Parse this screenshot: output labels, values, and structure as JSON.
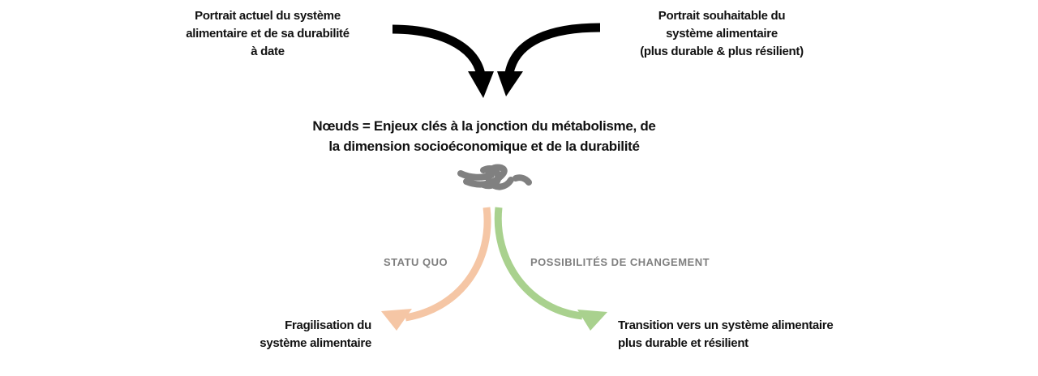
{
  "top_left": {
    "lines": [
      "Portrait actuel du système",
      "alimentaire et de sa durabilité",
      "à date"
    ]
  },
  "top_right": {
    "lines": [
      "Portrait souhaitable du",
      "système alimentaire",
      "(plus durable & plus résilient)"
    ]
  },
  "center": {
    "lines": [
      "Nœuds = Enjeux clés à la jonction du métabolisme, de",
      "la dimension socioéconomique et de la durabilité"
    ]
  },
  "labels": {
    "statu_quo": "STATU QUO",
    "change": "POSSIBILITÉS DE CHANGEMENT"
  },
  "bottom_left": {
    "lines": [
      "Fragilisation du",
      "système alimentaire"
    ]
  },
  "bottom_right": {
    "lines": [
      "Transition vers un système alimentaire",
      "plus durable et résilient"
    ]
  },
  "colors": {
    "arrow_top": "#000000",
    "statu_quo": "#f5c6a5",
    "change": "#a9d18e",
    "knot": "#808080",
    "label": "#7f7f7f"
  },
  "icons": {
    "knot": "knot-icon"
  }
}
